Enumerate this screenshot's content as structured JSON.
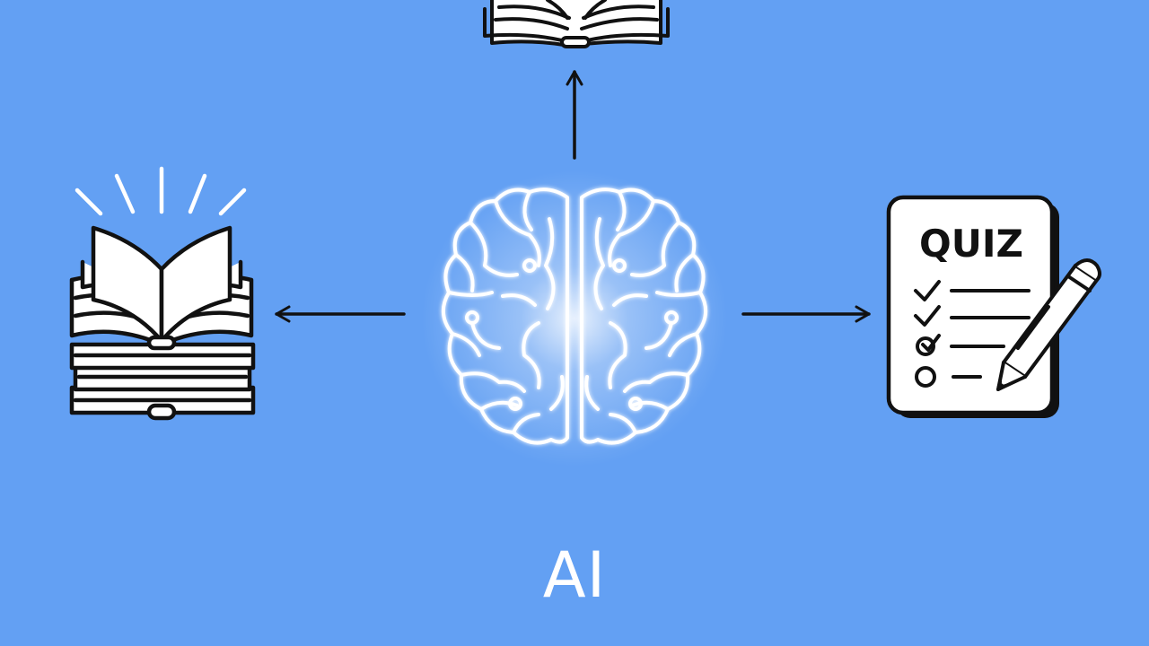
{
  "diagram": {
    "caption": "AI",
    "nodes": {
      "center": {
        "icon": "brain-icon"
      },
      "top": {
        "icon": "open-book-icon"
      },
      "left": {
        "icon": "book-stack-icon"
      },
      "right": {
        "icon": "quiz-clipboard-icon",
        "title": "QUIZ"
      }
    },
    "edges": [
      {
        "from": "center",
        "to": "top",
        "icon": "arrow-up-icon"
      },
      {
        "from": "center",
        "to": "left",
        "icon": "arrow-left-icon"
      },
      {
        "from": "center",
        "to": "right",
        "icon": "arrow-right-icon"
      }
    ]
  },
  "colors": {
    "background": "#63a0f3",
    "ink": "#111111",
    "paper": "#ffffff",
    "glow": "#ffffff"
  }
}
